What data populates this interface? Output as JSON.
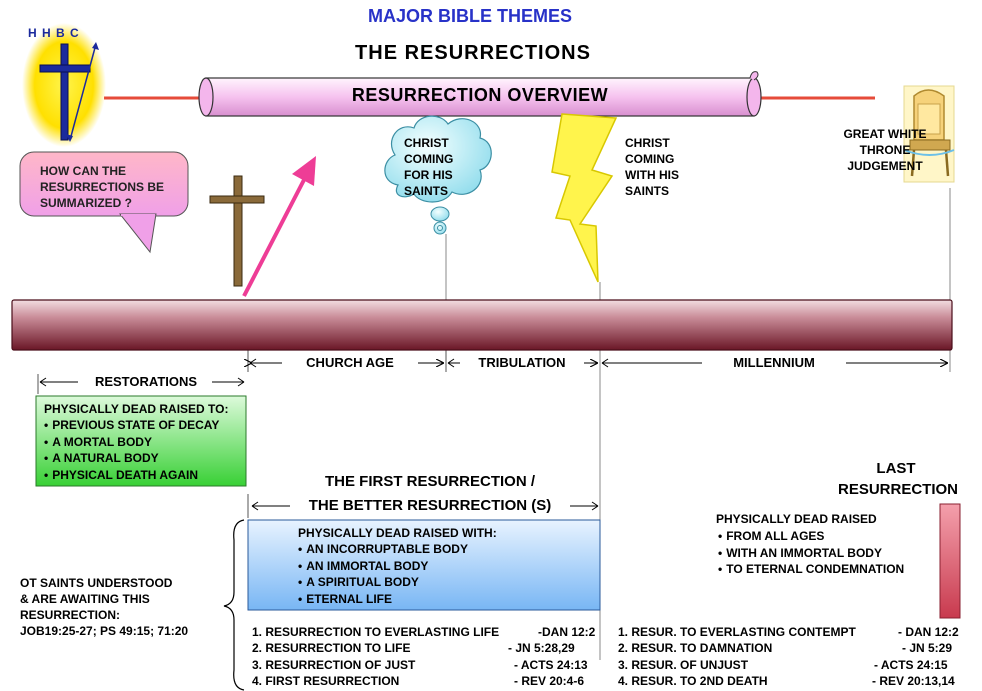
{
  "header": {
    "main_title": "MAJOR BIBLE THEMES",
    "subtitle": "THE RESURRECTIONS",
    "scroll_label": "RESURRECTION OVERVIEW",
    "logo_text": "H H B C"
  },
  "question": "HOW CAN THE RESURRECTIONS BE SUMMARIZED ?",
  "events": {
    "rapture": "CHRIST COMING FOR HIS SAINTS",
    "second_coming": "CHRIST COMING WITH HIS SAINTS",
    "great_white_throne": "GREAT WHITE THRONE JUDGEMENT"
  },
  "periods": {
    "restorations": "RESTORATIONS",
    "church_age": "CHURCH AGE",
    "tribulation": "TRIBULATION",
    "millennium": "MILLENNIUM"
  },
  "restorations_box": {
    "heading": "PHYSICALLY DEAD RAISED TO:",
    "items": [
      "PREVIOUS STATE OF DECAY",
      "A MORTAL BODY",
      "A NATURAL BODY",
      "PHYSICAL DEATH AGAIN"
    ]
  },
  "first_resurrection": {
    "title_line1": "THE FIRST RESURRECTION /",
    "title_line2": "THE BETTER RESURRECTION (S)",
    "heading": "PHYSICALLY DEAD RAISED WITH:",
    "items": [
      "AN INCORRUPTABLE BODY",
      "AN IMMORTAL BODY",
      "A SPIRITUAL BODY",
      "ETERNAL LIFE"
    ]
  },
  "last_resurrection": {
    "title_line1": "LAST",
    "title_line2": "RESURRECTION",
    "heading": "PHYSICALLY DEAD RAISED",
    "items": [
      "FROM ALL AGES",
      "WITH AN IMMORTAL BODY",
      "TO ETERNAL CONDEMNATION"
    ]
  },
  "ot_saints": {
    "line1": "OT SAINTS UNDERSTOOD",
    "line2": "& ARE AWAITING THIS",
    "line3": "RESURRECTION:",
    "line4": "JOB19:25-27; PS 49:15; 71:20"
  },
  "left_refs": [
    {
      "text": "1. RESURRECTION TO EVERLASTING LIFE",
      "ref": "-DAN 12:2"
    },
    {
      "text": "2. RESURRECTION TO LIFE",
      "ref": "- JN 5:28,29"
    },
    {
      "text": "3. RESURRECTION OF JUST",
      "ref": "- ACTS 24:13"
    },
    {
      "text": "4. FIRST RESURRECTION",
      "ref": "- REV 20:4-6"
    }
  ],
  "right_refs": [
    {
      "text": "1. RESUR. TO EVERLASTING CONTEMPT",
      "ref": "- DAN 12:2"
    },
    {
      "text": "2. RESUR. TO DAMNATION",
      "ref": "- JN 5:29"
    },
    {
      "text": "3. RESUR. OF UNJUST",
      "ref": "- ACTS 24:15"
    },
    {
      "text": "4. RESUR. TO 2ND DEATH",
      "ref": "- REV 20:13,14"
    }
  ]
}
